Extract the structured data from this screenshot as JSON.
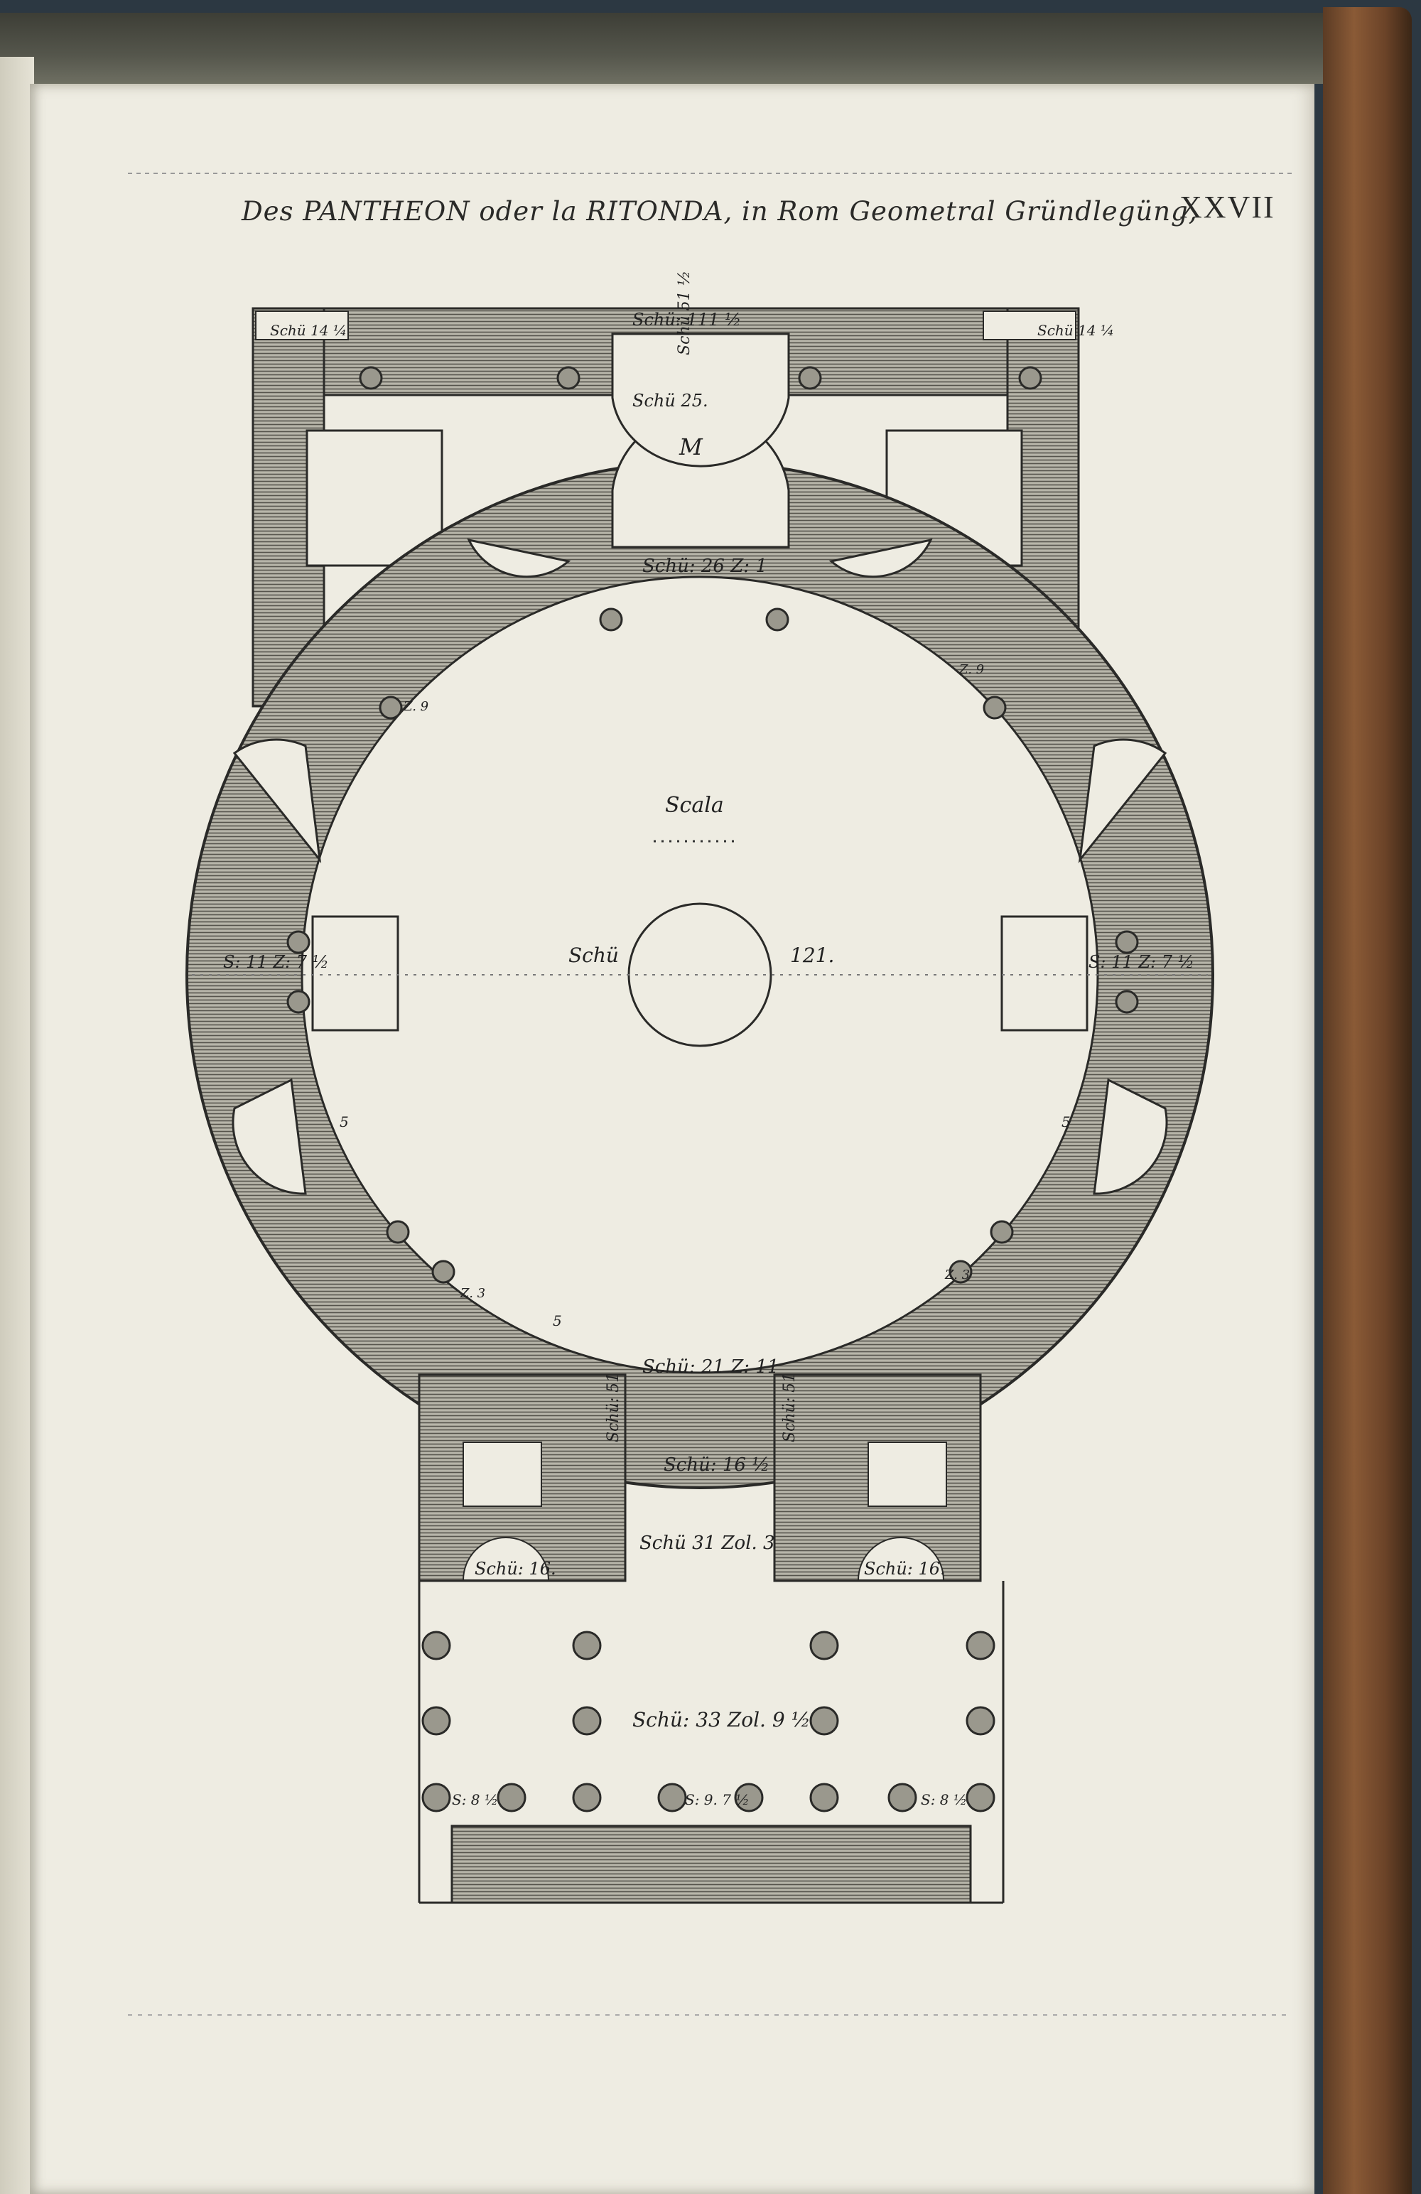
{
  "title": "Des PANTHEON oder la RITONDA, in Rom Geometral Gründlegüng,",
  "plate_number": "XXVII",
  "colors": {
    "paper": "#eeece2",
    "ink": "#2a2a28",
    "wall_fill": "#a9a79b"
  },
  "labels": {
    "portico_top_width": "Schü: 111 ½",
    "top_left_corner": "Schü 14 ¼",
    "top_right_corner": "Schü 14 ¼",
    "niche_m_width": "Schü 25.",
    "niche_m_vertical": "Schü 51 ½",
    "niche_m_letter": "M",
    "apse_width": "Schü: 26 Z: 1",
    "col_left_upper": "Z. 9",
    "col_right_upper": "Z. 9",
    "scale_title": "Scala",
    "oculus_left": "Schü",
    "oculus_right": "121.",
    "side_left": "S: 11 Z: 7 ½",
    "side_right": "S: 11 Z: 7 ½",
    "niche_left_digit": "5",
    "niche_right_digit": "5",
    "box_digit": "5",
    "lower_left_col": "Z. 3",
    "lower_right_col": "Z. 3",
    "entrance_width": "Schü: 21 Z: 11",
    "entrance_left_vertical": "Schü: 51",
    "entrance_right_vertical": "Schü: 51",
    "passage_width": "Schü: 16 ½",
    "vestibule_width": "Schü 31 Zol. 3",
    "stair_left": "Schü: 16.",
    "stair_right": "Schü: 16.",
    "portico_depth": "Schü: 33 Zol. 9 ½",
    "bay_left": "S: 8 ½",
    "bay_center": "S: 9. 7 ½",
    "bay_right": "S: 8 ½"
  }
}
